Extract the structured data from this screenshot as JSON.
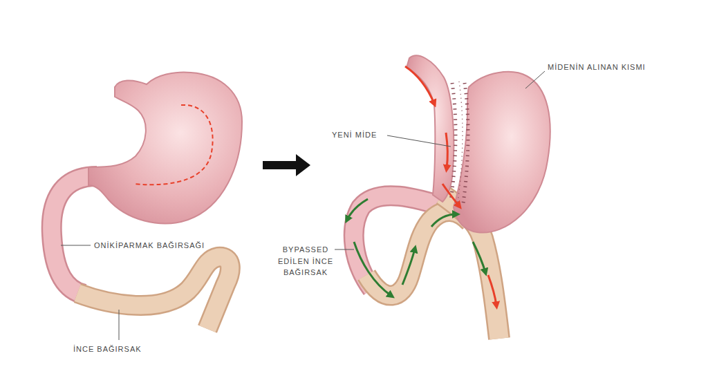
{
  "diagram": {
    "labels": [
      "MİDENİN ALINAN KISMI",
      "YENİ MİDE",
      "ONİKİPARMAK BAĞIRSAĞI",
      "BYPASSED EDİLEN İNCE BAĞIRSAK",
      "İNCE BAĞIRSAK"
    ]
  }
}
